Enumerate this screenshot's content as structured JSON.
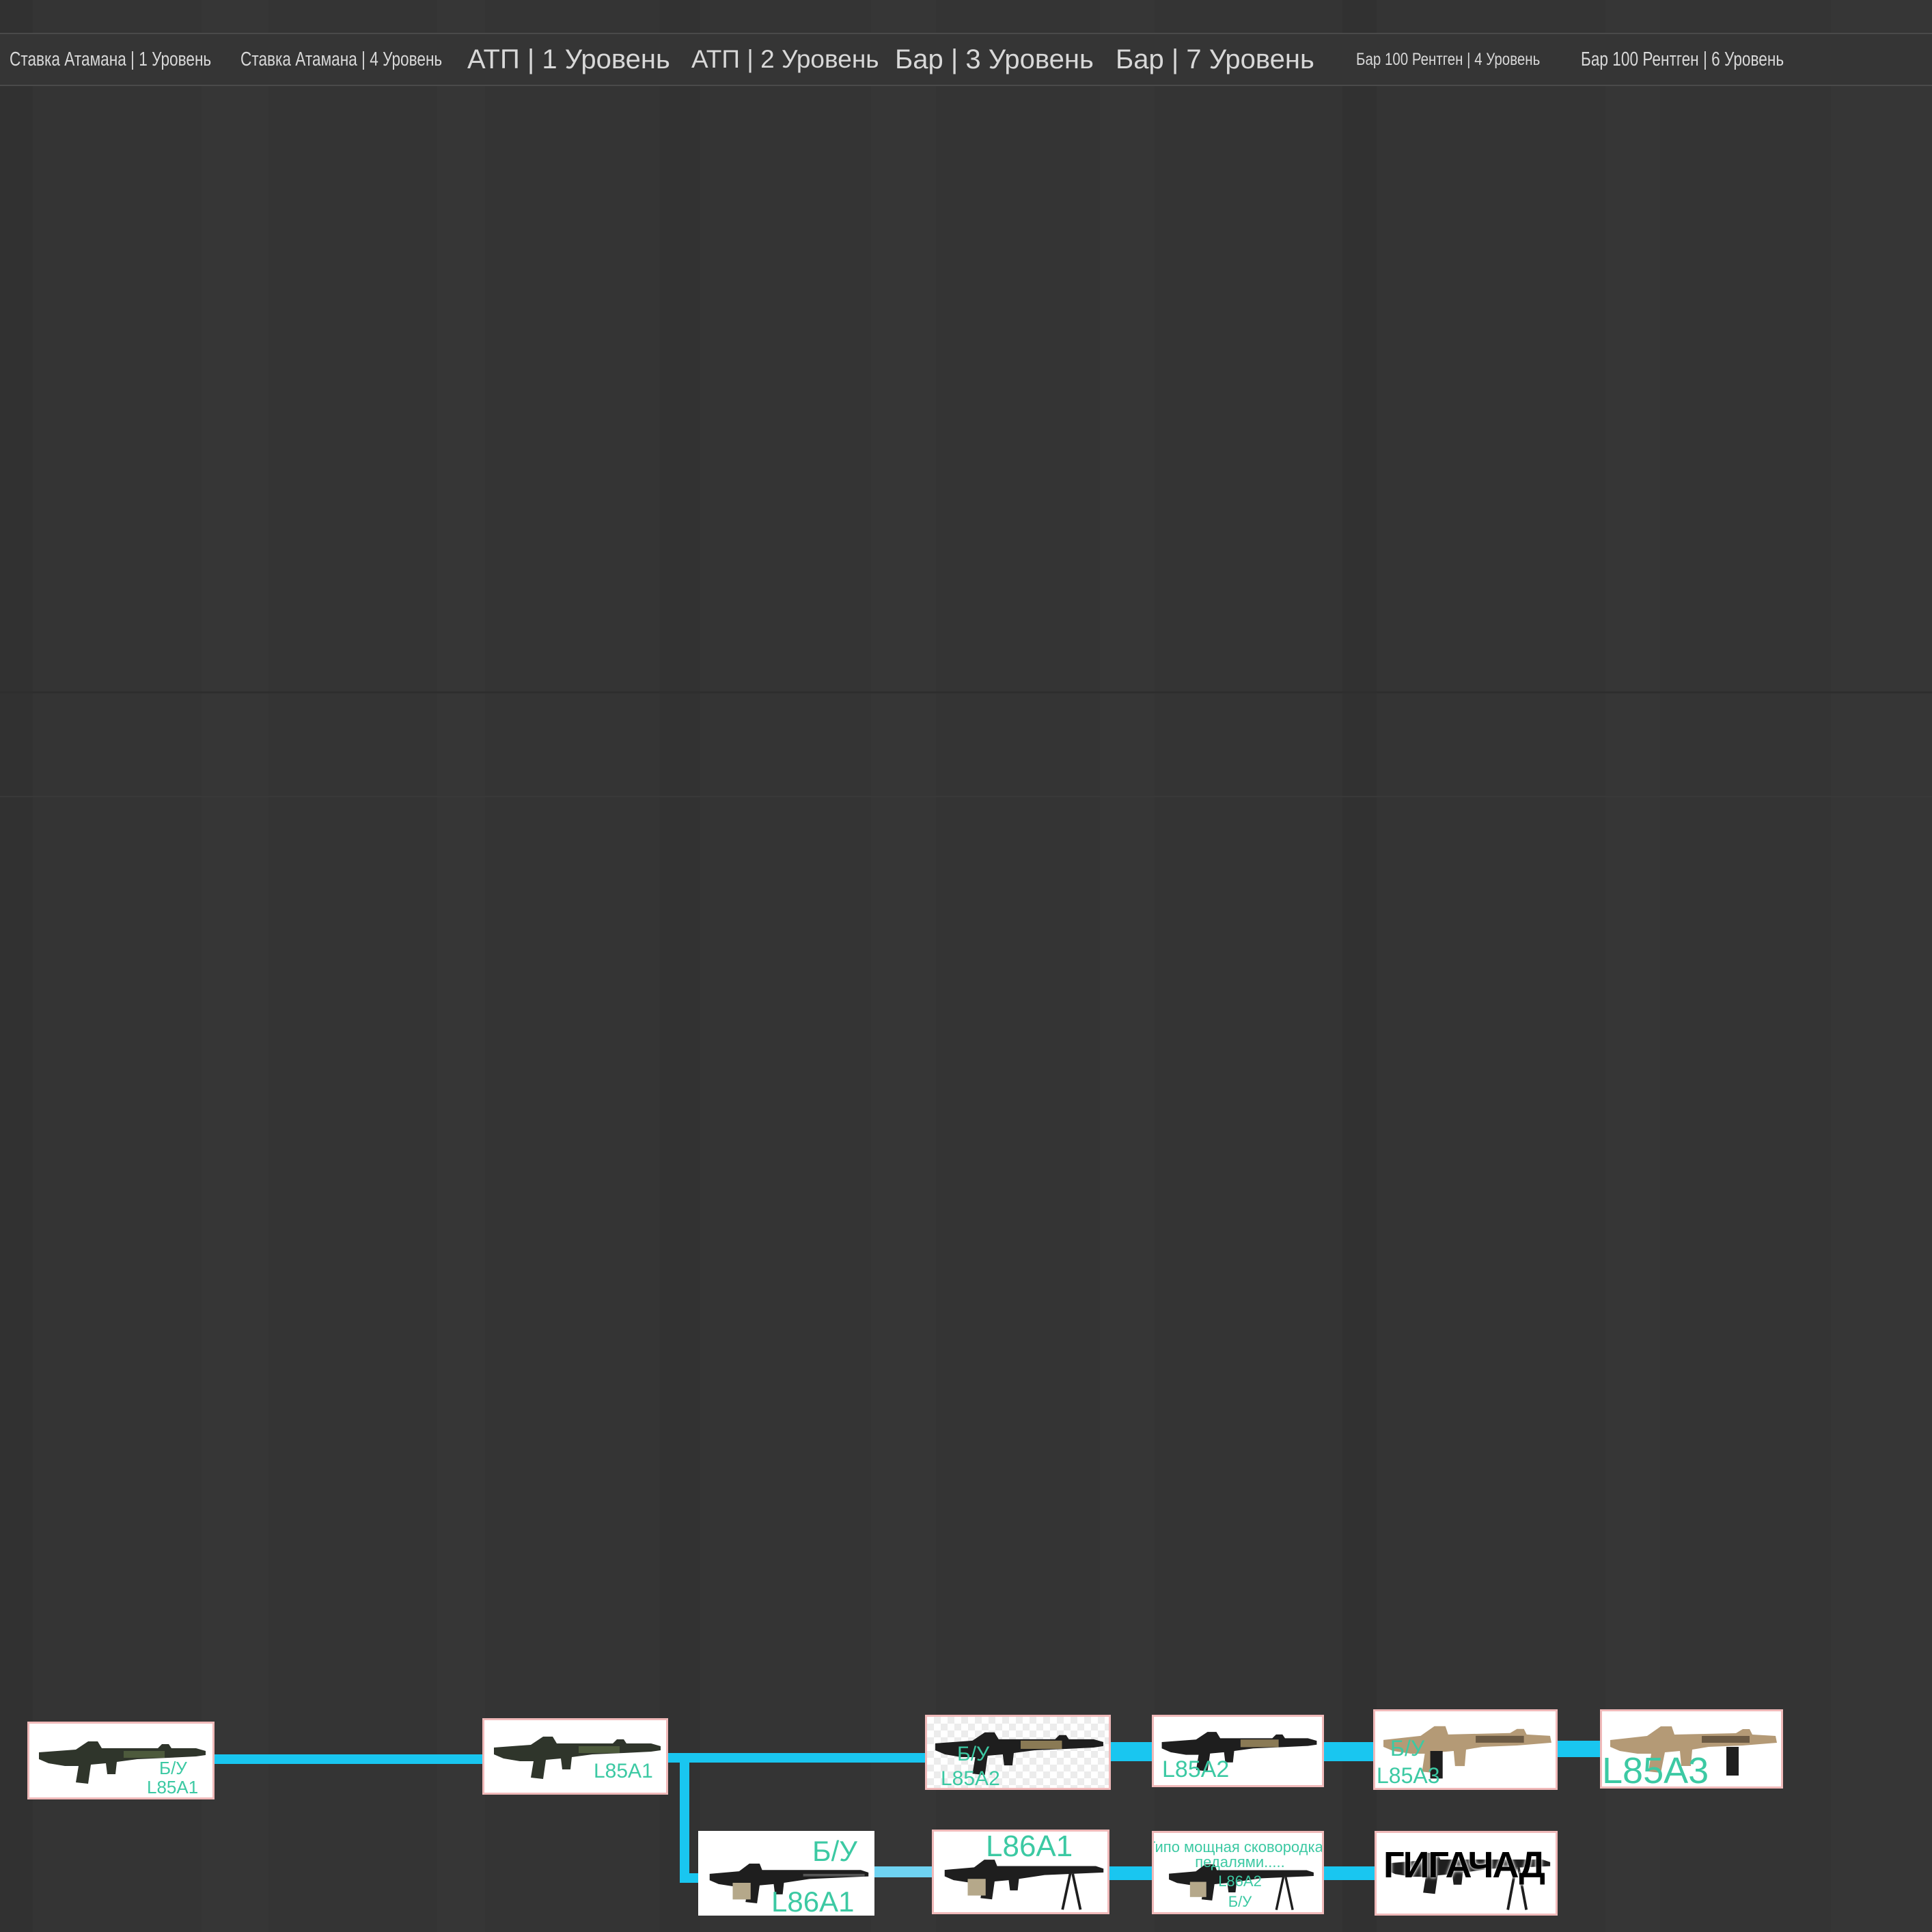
{
  "tiers": [
    {
      "id": "t1",
      "label": "Ставка Атамана | 1 Уровень"
    },
    {
      "id": "t2",
      "label": "Ставка Атамана | 4 Уровень"
    },
    {
      "id": "t3",
      "label": "АТП | 1 Уровень"
    },
    {
      "id": "t4",
      "label": "АТП | 2 Уровень"
    },
    {
      "id": "t5",
      "label": "Бар | 3 Уровень"
    },
    {
      "id": "t6",
      "label": "Бар | 7 Уровень"
    },
    {
      "id": "t7",
      "label": "Бар 100 Рентген | 4 Уровень"
    },
    {
      "id": "t8",
      "label": "Бар 100 Рентген | 6 Уровень"
    }
  ],
  "nodes": {
    "bu_l85a1": {
      "line1": "Б/У",
      "line2": "L85A1",
      "icon": "rifle-icon"
    },
    "l85a1": {
      "line1": "L85A1",
      "icon": "rifle-icon"
    },
    "bu_l85a2": {
      "line1": "Б/У",
      "line2": "L85A2",
      "icon": "rifle-icon"
    },
    "l85a2": {
      "line1": "L85A2",
      "icon": "rifle-icon"
    },
    "bu_l85a3": {
      "line1": "Б/У",
      "line2": "L85A3",
      "icon": "rifle-icon"
    },
    "l85a3": {
      "line1": "L85A3",
      "icon": "rifle-icon"
    },
    "bu_l86a1": {
      "line1": "Б/У",
      "line2": "L86A1",
      "icon": "lmg-icon"
    },
    "l86a1": {
      "line1": "L86A1",
      "icon": "lmg-icon"
    },
    "skovorodka": {
      "line1": "Типо мощная сковородка с",
      "line2": "педалями.....",
      "line3": "L86A2",
      "line4": "Б/У",
      "icon": "lmg-icon"
    },
    "gigachad": {
      "line1": "ГИГАЧАД",
      "icon": "lmg-icon"
    }
  },
  "colors": {
    "connector": "#19c6f0",
    "label": "#3cc9a3",
    "node_border": "#f0b9b9",
    "background": "#343434"
  }
}
